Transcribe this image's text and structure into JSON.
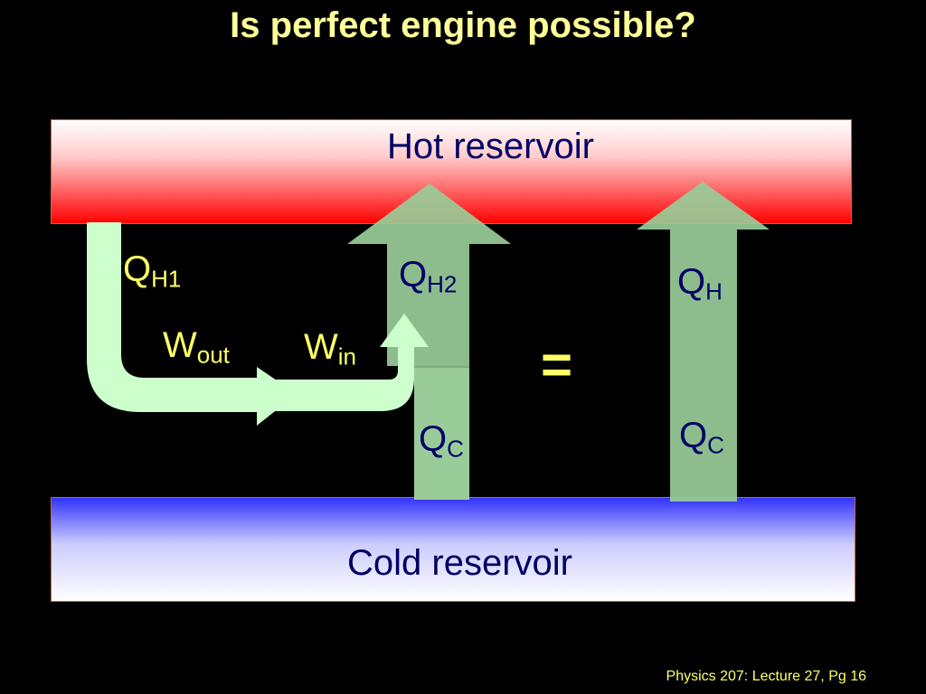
{
  "title": "Is perfect engine possible?",
  "hot_reservoir": {
    "label": "Hot reservoir"
  },
  "cold_reservoir": {
    "label": "Cold reservoir"
  },
  "labels": {
    "qh1": {
      "main": "Q",
      "sub": "H1"
    },
    "wout": {
      "main": "W",
      "sub": "out"
    },
    "win": {
      "main": "W",
      "sub": "in"
    },
    "qh2": {
      "main": "Q",
      "sub": "H2"
    },
    "qc_left": {
      "main": "Q",
      "sub": "C"
    },
    "qh": {
      "main": "Q",
      "sub": "H"
    },
    "qc_right": {
      "main": "Q",
      "sub": "C"
    }
  },
  "equals": "=",
  "footer": "Physics 207: Lecture 27, Pg 16",
  "colors": {
    "background": "#000000",
    "title": "#ffff99",
    "label_yellow": "#ffff66",
    "label_navy": "#000066",
    "work_arrow": "#ccffcc",
    "heat_arrow": "#99cc99",
    "hot": "#ff0000",
    "cold": "#3333ff"
  }
}
